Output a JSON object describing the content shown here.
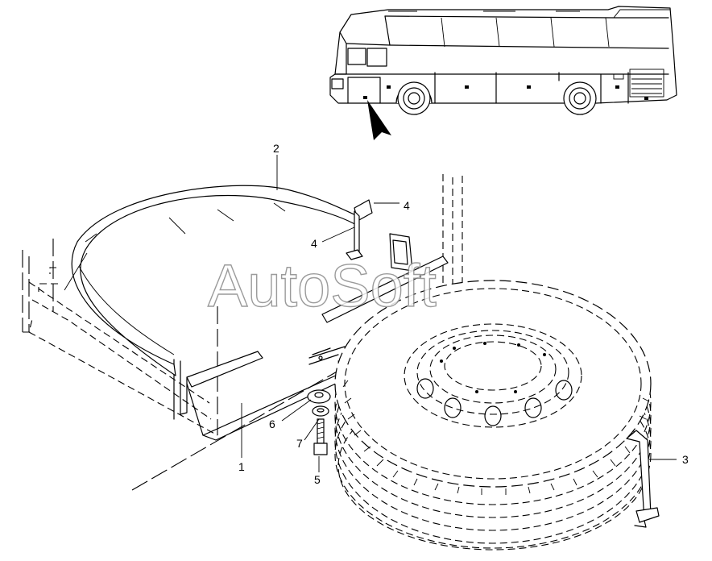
{
  "watermark": "AutoSoft",
  "callouts": {
    "c1": "1",
    "c2": "2",
    "c3": "3",
    "c4a": "4",
    "c4b": "4",
    "c5": "5",
    "c6": "6",
    "c7": "7"
  },
  "colors": {
    "line": "#000000",
    "background": "#ffffff",
    "watermark_outline": "#8a8a8a"
  }
}
